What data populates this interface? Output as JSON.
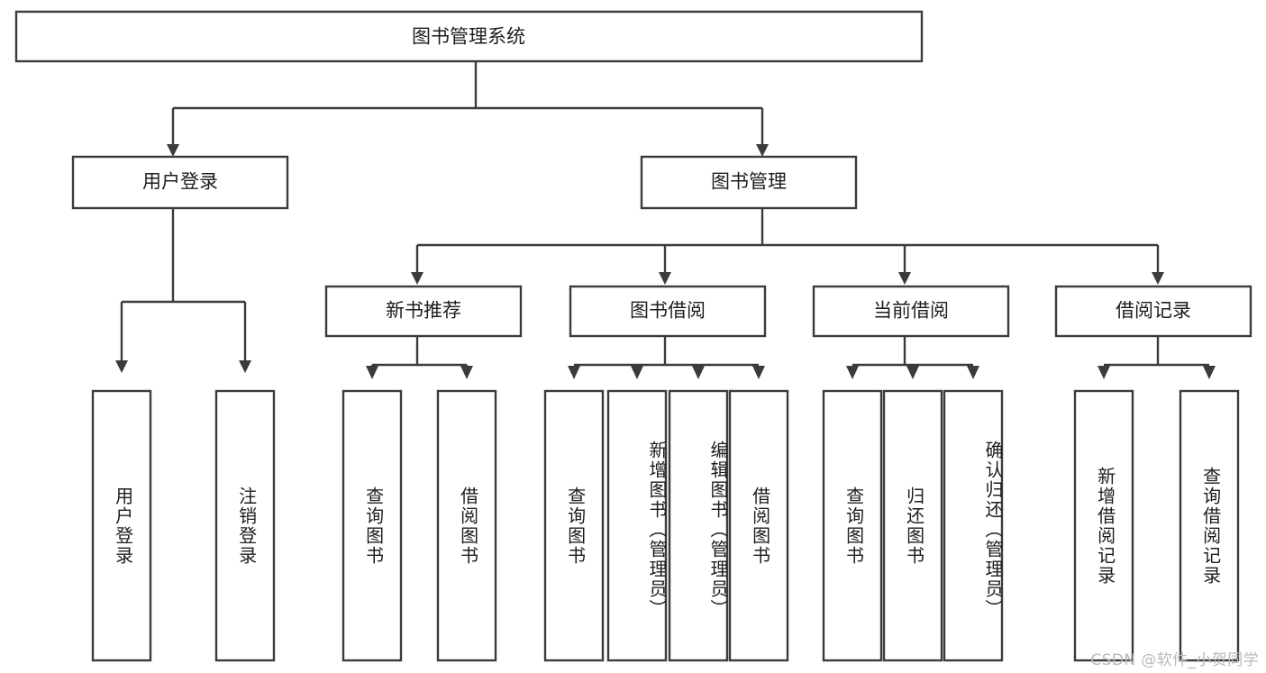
{
  "diagram": {
    "title": "图书管理系统",
    "type": "hierarchy-tree",
    "orientation": "top-down",
    "levels": 4,
    "colors": {
      "stroke": "#3b3b3b",
      "fill": "#ffffff",
      "text": "#1d1d1d",
      "background": "#ffffff",
      "watermark": "#b9b9b9"
    },
    "root": {
      "id": "root",
      "label": "图书管理系统"
    },
    "level2": [
      {
        "id": "user-login",
        "label": "用户登录"
      },
      {
        "id": "book-management",
        "label": "图书管理"
      }
    ],
    "level3": [
      {
        "id": "new-book-recommend",
        "label": "新书推荐",
        "parent": "book-management"
      },
      {
        "id": "book-borrow",
        "label": "图书借阅",
        "parent": "book-management"
      },
      {
        "id": "current-borrow",
        "label": "当前借阅",
        "parent": "book-management"
      },
      {
        "id": "borrow-record",
        "label": "借阅记录",
        "parent": "book-management"
      }
    ],
    "leaves": {
      "user-login": [
        {
          "id": "leaf-user-login",
          "label": "用户登录"
        },
        {
          "id": "leaf-user-logout",
          "label": "注销登录"
        }
      ],
      "new-book-recommend": [
        {
          "id": "leaf-query-book-1",
          "label": "查询图书"
        },
        {
          "id": "leaf-borrow-book-1",
          "label": "借阅图书"
        }
      ],
      "book-borrow": [
        {
          "id": "leaf-query-book-2",
          "label": "查询图书"
        },
        {
          "id": "leaf-add-book",
          "label": "新增图书（管理员）"
        },
        {
          "id": "leaf-edit-book",
          "label": "编辑图书（管理员）"
        },
        {
          "id": "leaf-borrow-book-2",
          "label": "借阅图书"
        }
      ],
      "current-borrow": [
        {
          "id": "leaf-query-book-3",
          "label": "查询图书"
        },
        {
          "id": "leaf-return-book",
          "label": "归还图书"
        },
        {
          "id": "leaf-confirm-return",
          "label": "确认归还（管理员）"
        }
      ],
      "borrow-record": [
        {
          "id": "leaf-add-record",
          "label": "新增借阅记录"
        },
        {
          "id": "leaf-query-record",
          "label": "查询借阅记录"
        }
      ]
    }
  },
  "watermark": {
    "text": "CSDN @软件_小贺同学"
  }
}
